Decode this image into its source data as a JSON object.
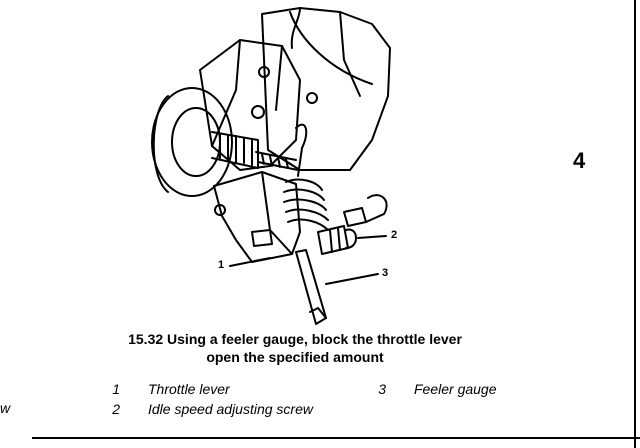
{
  "chapter_number": "4",
  "figure": {
    "caption_line1": "15.32 Using a feeler gauge, block the throttle lever",
    "caption_line2": "open the specified amount",
    "callouts": [
      "1",
      "2",
      "3"
    ]
  },
  "legend": {
    "items": [
      {
        "number": "1",
        "label": "Throttle lever"
      },
      {
        "number": "2",
        "label": "Idle speed adjusting screw"
      },
      {
        "number": "3",
        "label": "Feeler gauge"
      }
    ]
  },
  "edge_fragment": "w"
}
